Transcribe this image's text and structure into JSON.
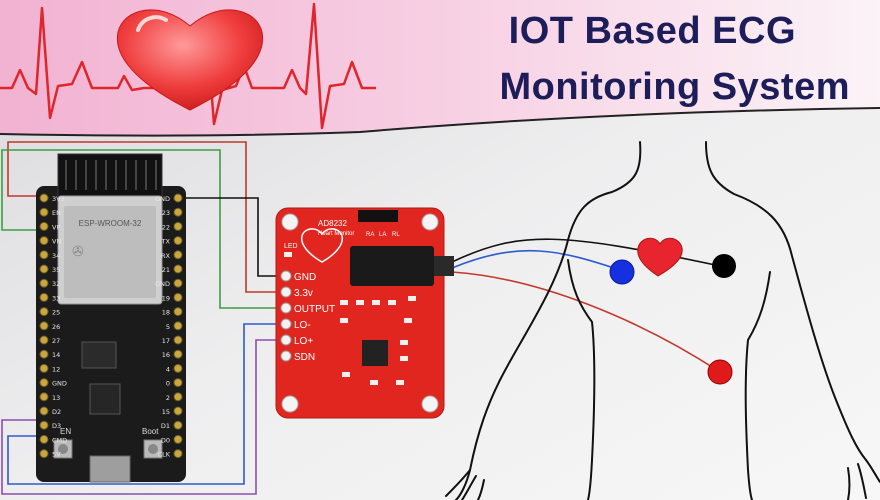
{
  "header": {
    "title_line1": "IOT Based ECG",
    "title_line2": "Monitoring System"
  },
  "esp32": {
    "module_text": "ESP-WROOM-32",
    "en_label": "EN",
    "boot_label": "Boot",
    "left_pins": [
      "3V3",
      "EN",
      "VP",
      "VN",
      "34",
      "35",
      "32",
      "33",
      "25",
      "26",
      "27",
      "14",
      "12",
      "GND",
      "13",
      "D2",
      "D3",
      "CMD",
      "5V"
    ],
    "right_pins": [
      "GND",
      "23",
      "22",
      "TX",
      "RX",
      "21",
      "GND",
      "19",
      "18",
      "5",
      "17",
      "16",
      "4",
      "0",
      "2",
      "15",
      "D1",
      "D0",
      "CLK"
    ]
  },
  "ad8232": {
    "name": "AD8232",
    "subtitle": "Heart Monitor",
    "led_label": "LED",
    "top_pins": [
      "RA",
      "LA",
      "RL"
    ],
    "pins": [
      "GND",
      "3.3v",
      "OUTPUT",
      "LO-",
      "LO+",
      "SDN"
    ]
  },
  "colors": {
    "banner_pink": "#f7c3dd",
    "heart_red": "#e8252e",
    "board_black": "#1b1b1b",
    "board_red": "#e0261f",
    "wire_black": "#111111",
    "wire_red": "#c0392b",
    "wire_green": "#3f9c45",
    "wire_blue": "#2f5bd0",
    "wire_purple": "#8a4fb0",
    "electrode_blue": "#1530e0",
    "electrode_red": "#e01a1a",
    "electrode_black": "#000000",
    "title_navy": "#1d1d5a"
  }
}
